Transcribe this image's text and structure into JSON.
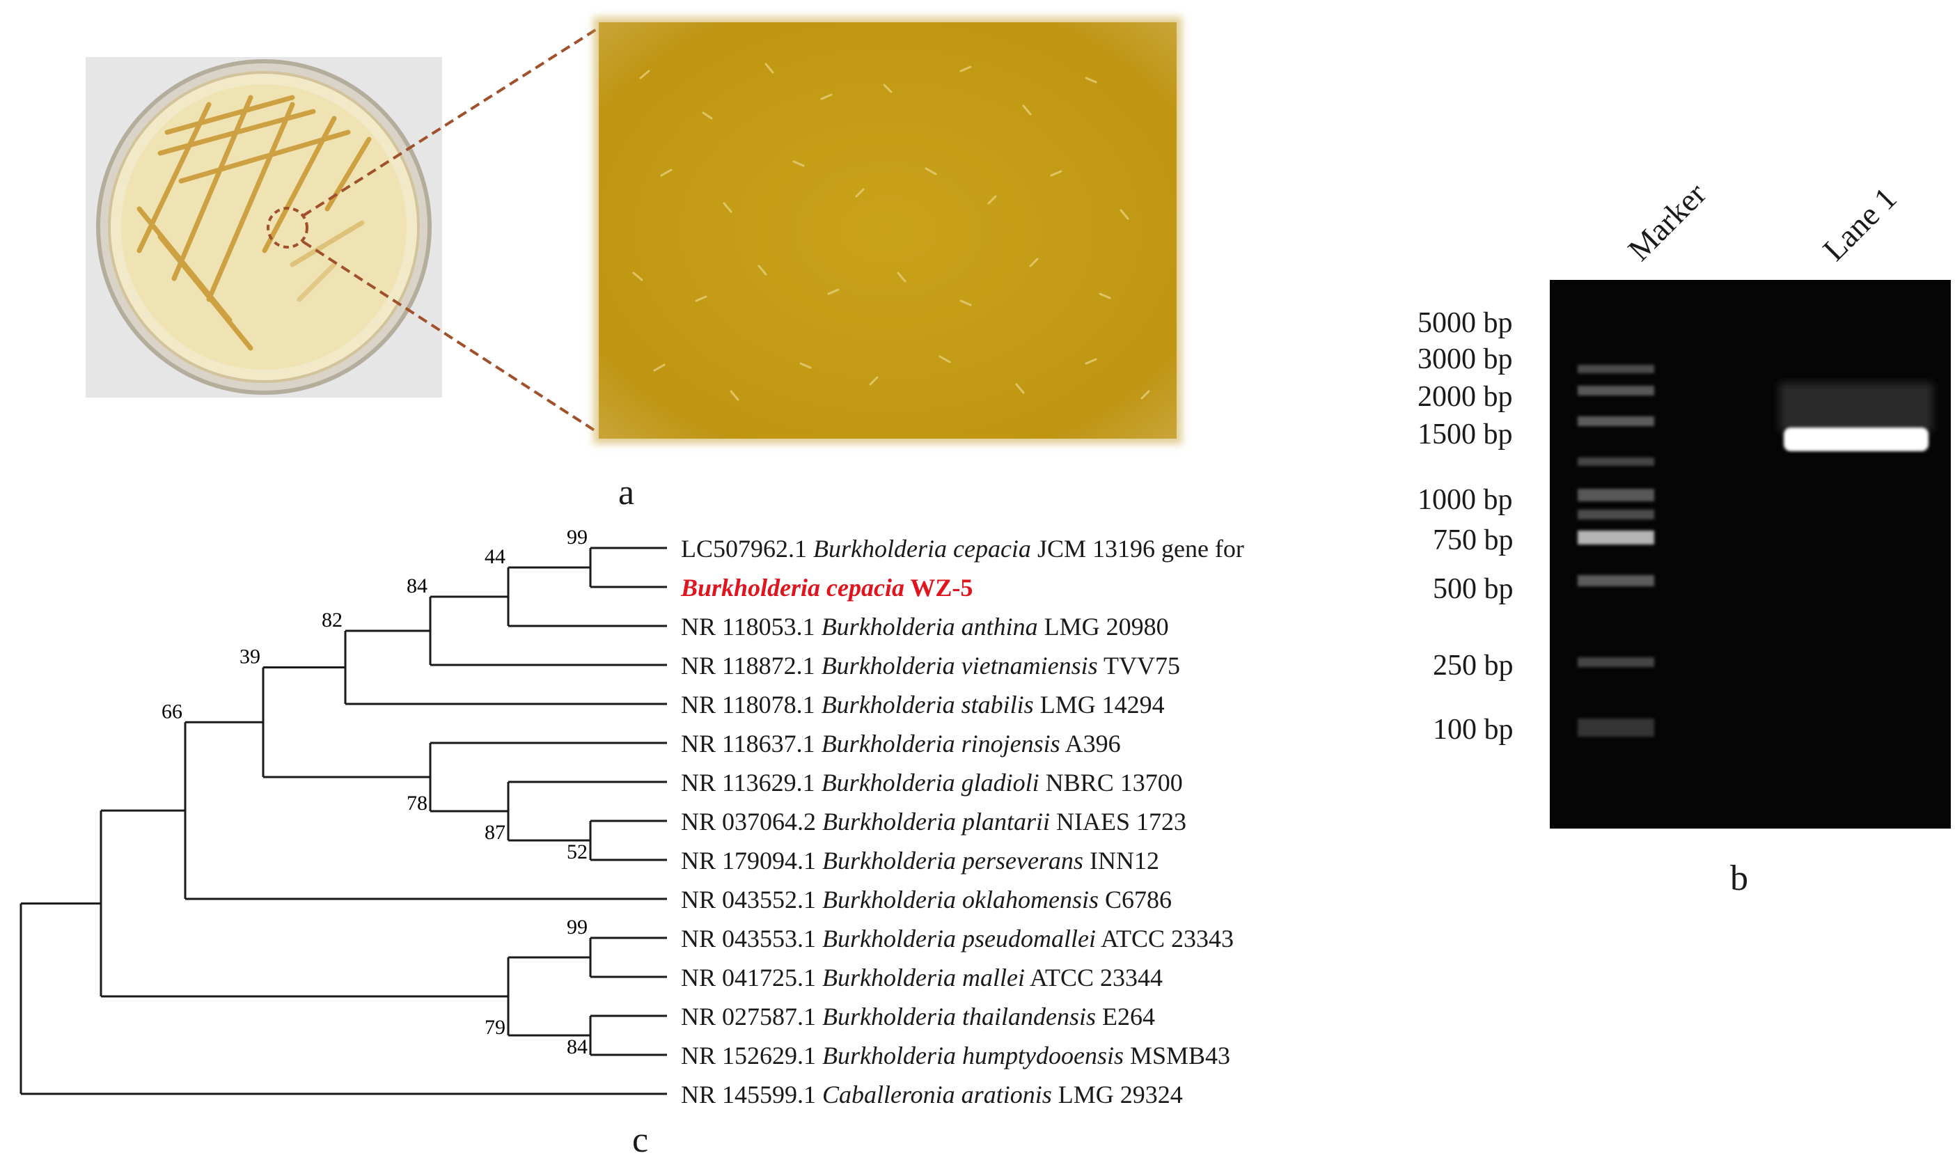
{
  "panel_labels": {
    "a": "a",
    "b": "b",
    "c": "c"
  },
  "gel": {
    "lane_headers": [
      "Marker",
      "Lane 1"
    ],
    "marker_labels": [
      "5000 bp",
      "3000 bp",
      "2000 bp",
      "1500 bp",
      "1000 bp",
      "750 bp",
      "500 bp",
      "250 bp",
      "100 bp"
    ]
  },
  "tree": {
    "taxa": [
      {
        "accession": "LC507962.1",
        "species": "Burkholderia cepacia",
        "strain": "JCM 13196 gene for",
        "highlight": false
      },
      {
        "accession": "",
        "species": "Burkholderia cepacia",
        "strain": "WZ-5",
        "highlight": true
      },
      {
        "accession": "NR 118053.1",
        "species": "Burkholderia anthina",
        "strain": "LMG 20980",
        "highlight": false
      },
      {
        "accession": "NR 118872.1",
        "species": "Burkholderia vietnamiensis",
        "strain": "TVV75",
        "highlight": false
      },
      {
        "accession": "NR 118078.1",
        "species": "Burkholderia stabilis",
        "strain": "LMG 14294",
        "highlight": false
      },
      {
        "accession": "NR 118637.1",
        "species": "Burkholderia rinojensis",
        "strain": "A396",
        "highlight": false
      },
      {
        "accession": "NR 113629.1",
        "species": "Burkholderia gladioli",
        "strain": "NBRC 13700",
        "highlight": false
      },
      {
        "accession": "NR 037064.2",
        "species": "Burkholderia plantarii",
        "strain": "NIAES 1723",
        "highlight": false
      },
      {
        "accession": "NR 179094.1",
        "species": "Burkholderia perseverans",
        "strain": "INN12",
        "highlight": false
      },
      {
        "accession": "NR 043552.1",
        "species": "Burkholderia oklahomensis",
        "strain": "C6786",
        "highlight": false
      },
      {
        "accession": "NR 043553.1",
        "species": "Burkholderia pseudomallei",
        "strain": "ATCC 23343",
        "highlight": false
      },
      {
        "accession": "NR 041725.1",
        "species": "Burkholderia mallei",
        "strain": "ATCC 23344",
        "highlight": false
      },
      {
        "accession": "NR 027587.1",
        "species": "Burkholderia thailandensis",
        "strain": "E264",
        "highlight": false
      },
      {
        "accession": "NR 152629.1",
        "species": "Burkholderia humptydooensis",
        "strain": "MSMB43",
        "highlight": false
      },
      {
        "accession": "NR 145599.1",
        "species": "Caballeronia arationis",
        "strain": "LMG 29324",
        "highlight": false
      }
    ],
    "bootstrap_values": [
      "99",
      "44",
      "84",
      "82",
      "39",
      "66",
      "78",
      "87",
      "52",
      "99",
      "79",
      "84"
    ]
  },
  "colors": {
    "highlight": "#e0141e",
    "line": "#1a1a1a",
    "agar": "#c39a14"
  }
}
